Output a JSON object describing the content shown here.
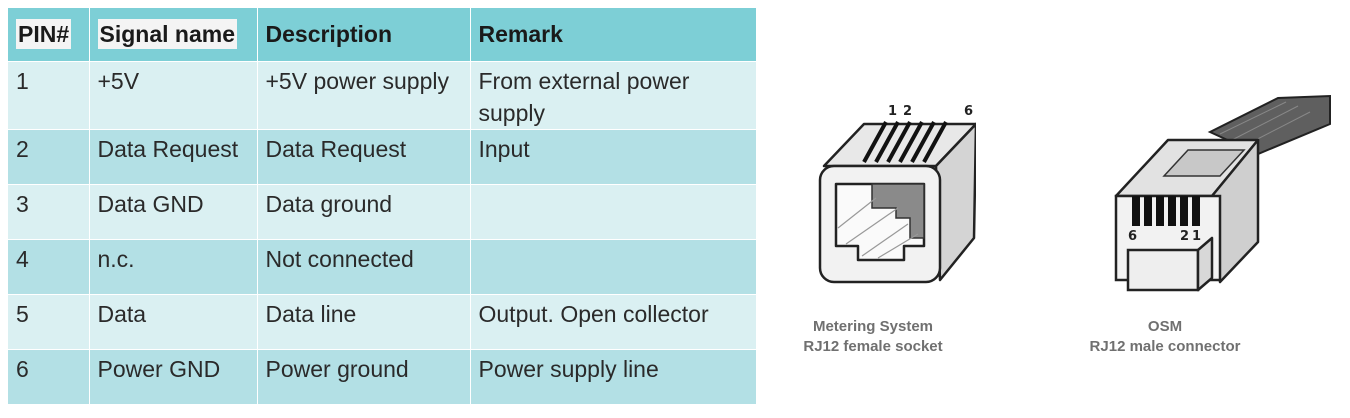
{
  "table": {
    "headers": [
      "PIN#",
      "Signal name",
      "Description",
      "Remark"
    ],
    "rows": [
      [
        "1",
        "+5V",
        "+5V power supply",
        "From external power supply"
      ],
      [
        "2",
        "Data Request",
        "Data Request",
        "Input"
      ],
      [
        "3",
        "Data GND",
        "Data ground",
        ""
      ],
      [
        "4",
        "n.c.",
        "Not connected",
        ""
      ],
      [
        "5",
        "Data",
        "Data line",
        "Output. Open collector"
      ],
      [
        "6",
        "Power GND",
        "Power ground",
        "Power supply line"
      ]
    ]
  },
  "female_socket": {
    "pin_labels": {
      "first": "1",
      "second": "2",
      "last": "6"
    },
    "caption_line1": "Metering System",
    "caption_line2": "RJ12 female socket"
  },
  "male_connector": {
    "pin_labels": {
      "first": "6",
      "second": "2",
      "last": "1"
    },
    "caption_line1": "OSM",
    "caption_line2": "RJ12 male connector"
  }
}
